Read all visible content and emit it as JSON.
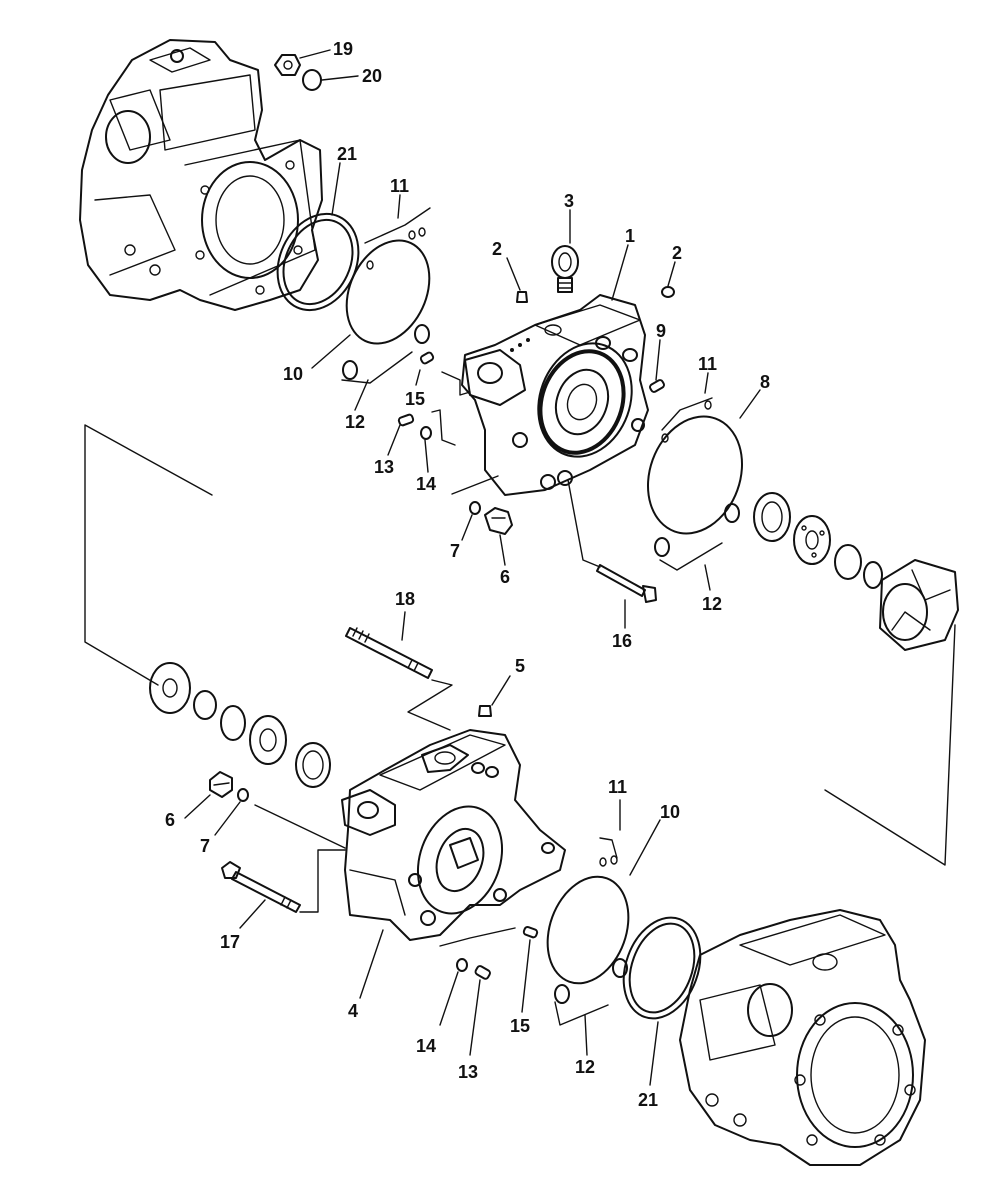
{
  "diagram": {
    "type": "exploded-parts-view",
    "ink_color": "#111111",
    "background_color": "#ffffff"
  },
  "callouts": [
    {
      "id": "c19",
      "label": "19"
    },
    {
      "id": "c20",
      "label": "20"
    },
    {
      "id": "c21a",
      "label": "21"
    },
    {
      "id": "c11a",
      "label": "11"
    },
    {
      "id": "c3",
      "label": "3"
    },
    {
      "id": "c2a",
      "label": "2"
    },
    {
      "id": "c1",
      "label": "1"
    },
    {
      "id": "c2b",
      "label": "2"
    },
    {
      "id": "c9",
      "label": "9"
    },
    {
      "id": "c10a",
      "label": "10"
    },
    {
      "id": "c15a",
      "label": "15"
    },
    {
      "id": "c12a",
      "label": "12"
    },
    {
      "id": "c13a",
      "label": "13"
    },
    {
      "id": "c14a",
      "label": "14"
    },
    {
      "id": "c11b",
      "label": "11"
    },
    {
      "id": "c8",
      "label": "8"
    },
    {
      "id": "c7a",
      "label": "7"
    },
    {
      "id": "c6a",
      "label": "6"
    },
    {
      "id": "c12b",
      "label": "12"
    },
    {
      "id": "c16",
      "label": "16"
    },
    {
      "id": "c18",
      "label": "18"
    },
    {
      "id": "c5",
      "label": "5"
    },
    {
      "id": "c6b",
      "label": "6"
    },
    {
      "id": "c7b",
      "label": "7"
    },
    {
      "id": "c11c",
      "label": "11"
    },
    {
      "id": "c10b",
      "label": "10"
    },
    {
      "id": "c17",
      "label": "17"
    },
    {
      "id": "c4",
      "label": "4"
    },
    {
      "id": "c14b",
      "label": "14"
    },
    {
      "id": "c13b",
      "label": "13"
    },
    {
      "id": "c15b",
      "label": "15"
    },
    {
      "id": "c12c",
      "label": "12"
    },
    {
      "id": "c21b",
      "label": "21"
    }
  ]
}
